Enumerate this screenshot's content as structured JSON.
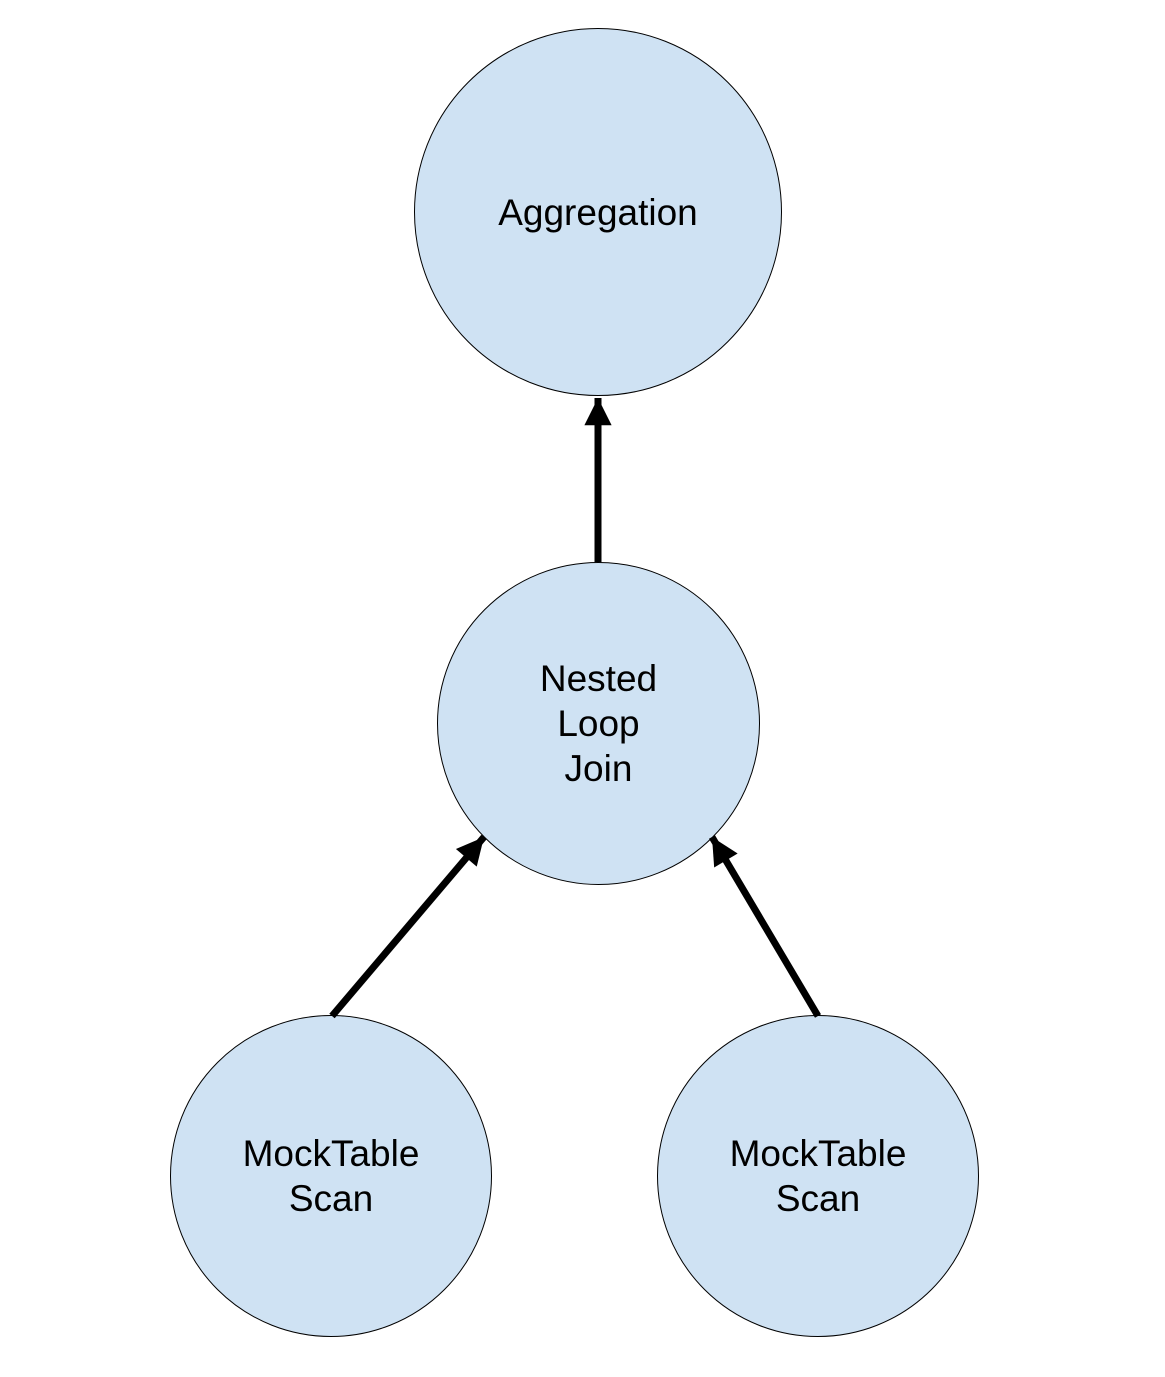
{
  "diagram": {
    "kind": "query-plan-tree",
    "nodes": [
      {
        "id": "aggregation",
        "label": "Aggregation"
      },
      {
        "id": "nested-loop-join",
        "label": "Nested\nLoop\nJoin"
      },
      {
        "id": "mocktable-scan-left",
        "label": "MockTable\nScan"
      },
      {
        "id": "mocktable-scan-right",
        "label": "MockTable\nScan"
      }
    ],
    "edges": [
      {
        "from": "nested-loop-join",
        "to": "aggregation"
      },
      {
        "from": "mocktable-scan-left",
        "to": "nested-loop-join"
      },
      {
        "from": "mocktable-scan-right",
        "to": "nested-loop-join"
      }
    ],
    "colors": {
      "node_fill": "#cfe2f3",
      "node_border": "#000000",
      "arrow": "#000000",
      "text": "#000000",
      "background": "#ffffff"
    }
  }
}
